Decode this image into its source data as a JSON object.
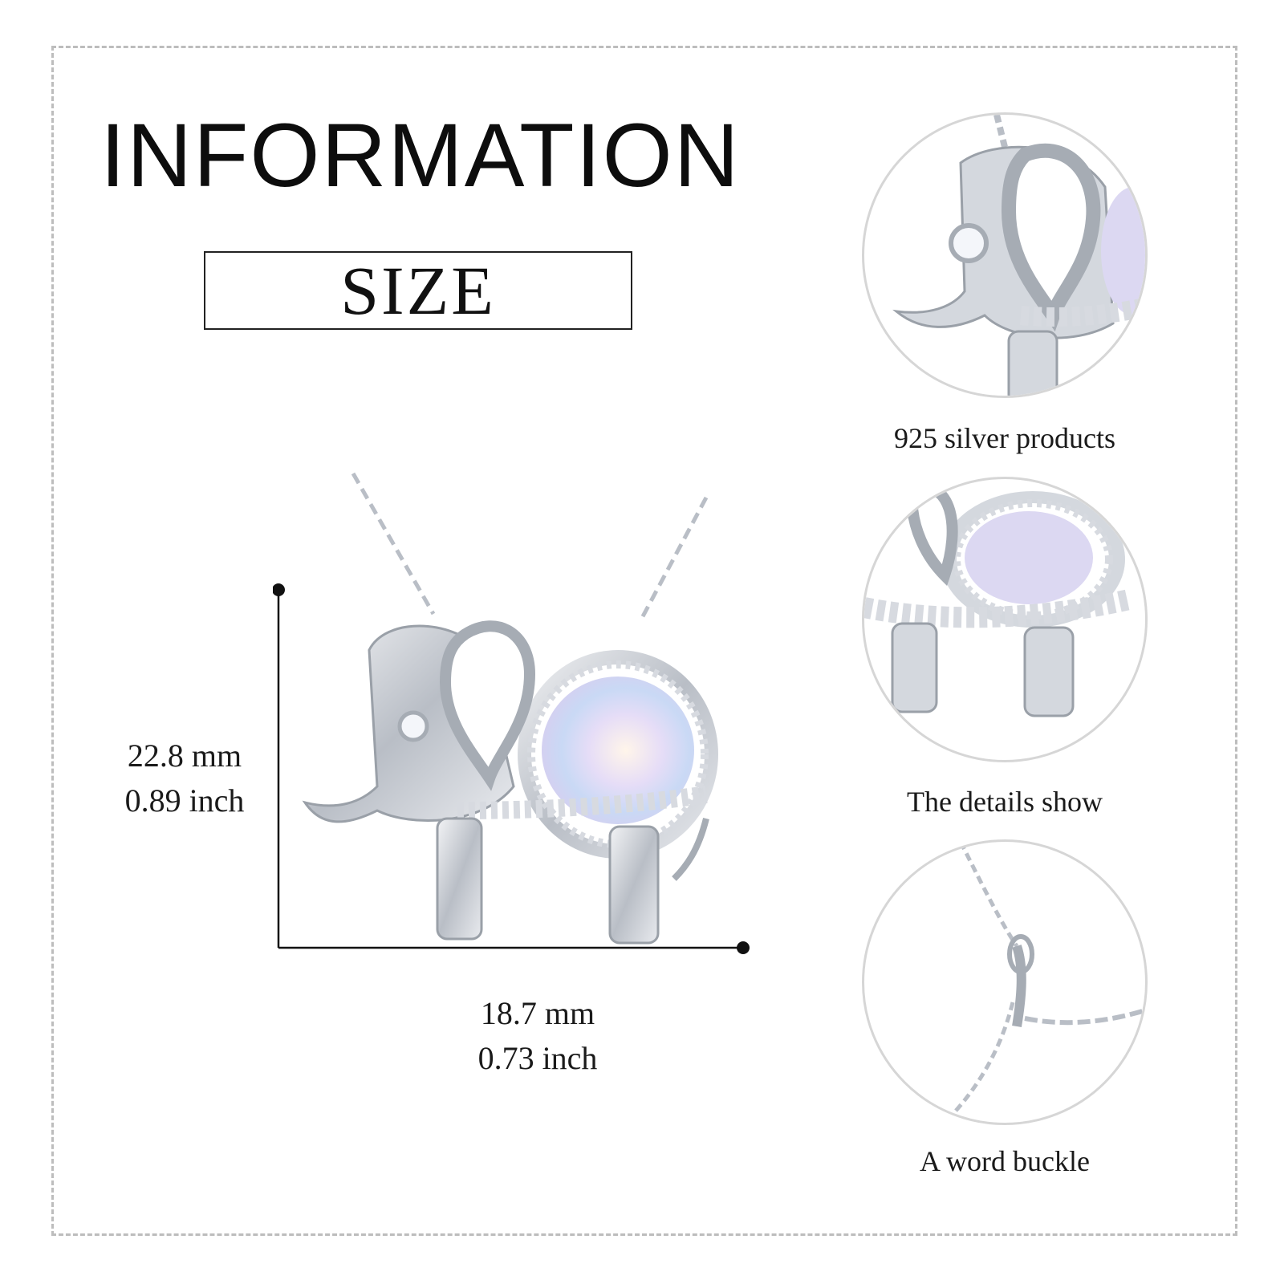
{
  "header": {
    "title": "INFORMATION",
    "size_label": "SIZE"
  },
  "dimensions": {
    "height_mm": "22.8 mm",
    "height_inch": "0.89 inch",
    "width_mm": "18.7 mm",
    "width_inch": "0.73 inch"
  },
  "details": [
    {
      "caption": "925 silver products",
      "icon": "elephant-head-closeup"
    },
    {
      "caption": "The details show",
      "icon": "elephant-body-closeup"
    },
    {
      "caption": "A word buckle",
      "icon": "chain-clasp-closeup"
    }
  ],
  "colors": {
    "silver": "#c9cdd3",
    "opal": "#dcd8f2",
    "border_dashed": "#bdbdbd",
    "text": "#111111"
  }
}
